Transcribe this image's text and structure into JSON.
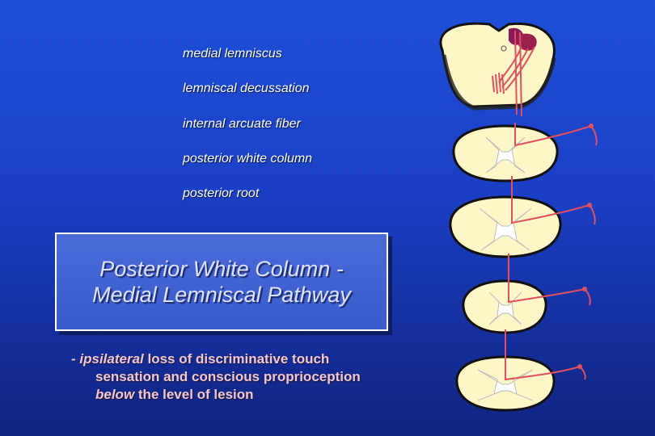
{
  "labels": [
    "medial lemniscus",
    "lemniscal decussation",
    "internal arcuate fiber",
    "posterior white column",
    "posterior root"
  ],
  "title": {
    "line1": "Posterior White Column -",
    "line2": "Medial Lemniscal Pathway"
  },
  "description": {
    "prefix": "- ",
    "ipsilateral": "ipsilateral",
    "line1_rest": " loss of discriminative touch",
    "line2": "sensation and conscious proprioception",
    "below": "below",
    "line3_rest": "  the level of lesion"
  },
  "colors": {
    "background": "#1e4fd8",
    "tissue": "#fff6c8",
    "grey_matter": "#ffffff",
    "fiber": "#e05060",
    "nucleus": "#8a1a5a"
  }
}
